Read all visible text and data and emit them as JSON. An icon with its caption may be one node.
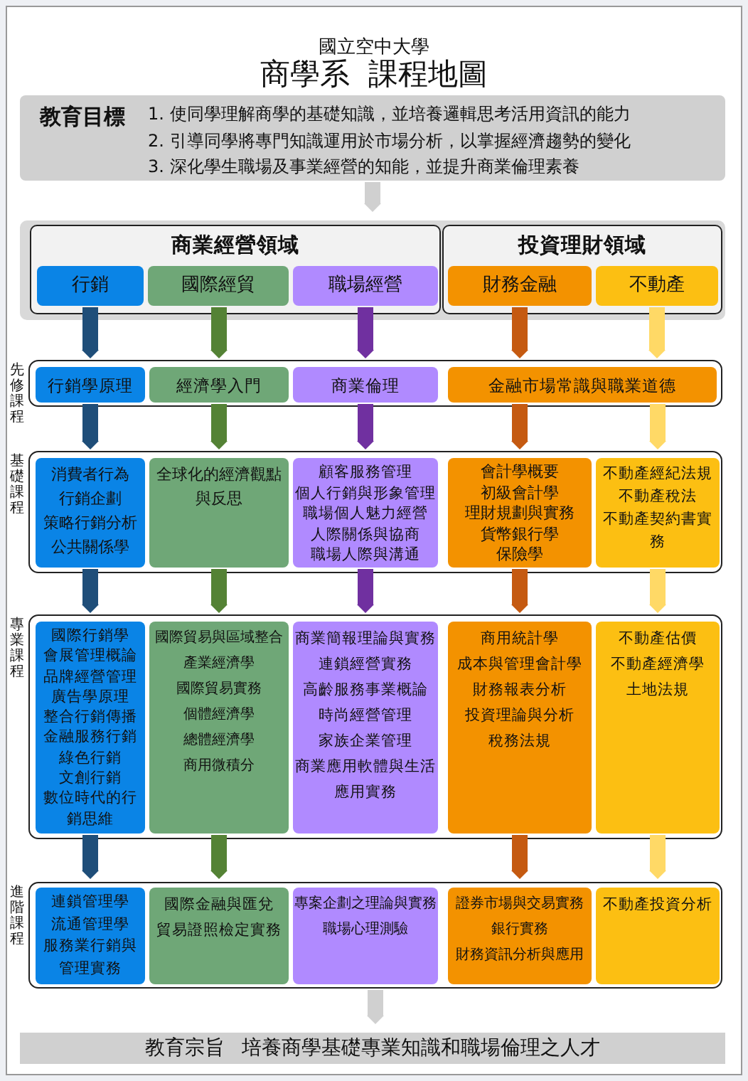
{
  "diagram": {
    "title": "商學系  課程地圖",
    "nodes": [
      {
        "text": [
          "教育目標",
          "1. 使同學理解商學的基礎知識，並培養邏輯思考活用資訊的能力",
          "2. 引導同學將專門知識運用於市場分析，以掌握經濟趨勢的變化",
          "3. 深化學生職場及事業經營的知能，並提升商業倫理素養"
        ]
      },
      {
        "text": [],
        "shape": "box"
      },
      {
        "text": [
          "商業經營領域"
        ],
        "in": 1
      },
      {
        "text": [
          "投資理財領域"
        ],
        "in": 1
      },
      {
        "text": [
          "行銷"
        ],
        "in": 2
      },
      {
        "text": [
          "國際經貿"
        ],
        "in": 2
      },
      {
        "text": [
          "職場經營"
        ],
        "in": 2
      },
      {
        "text": [
          "財務金融"
        ],
        "in": 3
      },
      {
        "text": [
          "不動產"
        ],
        "in": 3
      },
      {
        "text": [
          "先修課程"
        ]
      },
      {
        "text": [
          "行銷學原理"
        ],
        "in": 9
      },
      {
        "text": [
          "經濟學入門"
        ],
        "in": 9
      },
      {
        "text": [
          "商業倫理"
        ],
        "in": 9
      },
      {
        "text": [
          "金融市場常識與職業道德"
        ],
        "in": 9
      },
      {
        "text": [
          "基礎課程"
        ]
      },
      {
        "text": [
          "消費者行為",
          "行銷企劃",
          "策略行銷分析",
          "公共關係學"
        ],
        "in": 14
      },
      {
        "text": [
          "全球化的經濟觀點與反思"
        ],
        "in": 14
      },
      {
        "text": [
          "顧客服務管理",
          "個人行銷與形象管理",
          "職場個人魅力經營",
          "人際關係與協商",
          "職場人際與溝通"
        ],
        "in": 14
      },
      {
        "text": [
          "會計學概要",
          "初級會計學",
          "理財規劃與實務",
          "貨幣銀行學",
          "保險學"
        ],
        "in": 14
      },
      {
        "text": [
          "不動產經紀法規",
          "不動產稅法",
          "不動產契約書實務"
        ],
        "in": 14
      },
      {
        "text": [
          "專業課程"
        ]
      },
      {
        "text": [
          "國際行銷學",
          "會展管理概論",
          "品牌經營管理",
          "廣告學原理",
          "整合行銷傳播",
          "金融服務行銷",
          "綠色行銷",
          "文創行銷",
          "數位時代的行銷思維"
        ],
        "in": 20
      },
      {
        "text": [
          "國際貿易與區域整合",
          "產業經濟學",
          "國際貿易實務",
          "個體經濟學",
          "總體經濟學",
          "商用微積分"
        ],
        "in": 20
      },
      {
        "text": [
          "商業簡報理論與實務",
          "連鎖經營實務",
          "高齡服務事業概論",
          "時尚經營管理",
          "家族企業管理",
          "商業應用軟體與生活應用實務"
        ],
        "in": 20
      },
      {
        "text": [
          "商用統計學",
          "成本與管理會計學",
          "財務報表分析",
          "投資理論與分析",
          "稅務法規"
        ],
        "in": 20
      },
      {
        "text": [
          "不動產估價",
          "不動產經濟學",
          "土地法規"
        ],
        "in": 20
      },
      {
        "text": [
          "進階課程"
        ]
      },
      {
        "text": [
          "連鎖管理學",
          "流通管理學",
          "服務業行銷與管理實務"
        ],
        "in": 26
      },
      {
        "text": [
          "國際金融與匯兌",
          "貿易證照檢定實務"
        ],
        "in": 26
      },
      {
        "text": [
          "專案企劃之理論與實務",
          "職場心理測驗"
        ],
        "in": 26
      },
      {
        "text": [
          "證券市場與交易實務",
          "銀行實務",
          "財務資訊分析與應用"
        ],
        "in": 26
      },
      {
        "text": [
          "不動產投資分析"
        ],
        "in": 26
      },
      {
        "text": [
          "教育宗旨",
          "培養商學基礎專業知識和職場倫理之人才"
        ]
      }
    ],
    "edges": [
      {
        "from": 0,
        "to": 1,
        "arrow": "to",
        "color": "#d0d0d0"
      },
      {
        "from": 4,
        "to": 10,
        "arrow": "to",
        "color": "#1f4e79"
      },
      {
        "from": 5,
        "to": 11,
        "arrow": "to",
        "color": "#548235"
      },
      {
        "from": 6,
        "to": 12,
        "arrow": "to",
        "color": "#7030a0"
      },
      {
        "from": 7,
        "to": 13,
        "arrow": "to",
        "color": "#c55a11"
      },
      {
        "from": 8,
        "to": 13,
        "arrow": "to",
        "color": "#ffd966"
      },
      {
        "from": 10,
        "to": 15,
        "arrow": "to",
        "color": "#1f4e79"
      },
      {
        "from": 11,
        "to": 16,
        "arrow": "to",
        "color": "#548235"
      },
      {
        "from": 12,
        "to": 17,
        "arrow": "to",
        "color": "#7030a0"
      },
      {
        "from": 13,
        "to": 18,
        "arrow": "to",
        "color": "#c55a11"
      },
      {
        "from": 13,
        "to": 19,
        "arrow": "to",
        "color": "#ffd966"
      },
      {
        "from": 15,
        "to": 21,
        "arrow": "to",
        "color": "#1f4e79"
      },
      {
        "from": 16,
        "to": 22,
        "arrow": "to",
        "color": "#548235"
      },
      {
        "from": 17,
        "to": 23,
        "arrow": "to",
        "color": "#7030a0"
      },
      {
        "from": 18,
        "to": 24,
        "arrow": "to",
        "color": "#c55a11"
      },
      {
        "from": 19,
        "to": 25,
        "arrow": "to",
        "color": "#ffd966"
      },
      {
        "from": 21,
        "to": 27,
        "arrow": "to",
        "color": "#1f4e79"
      },
      {
        "from": 22,
        "to": 28,
        "arrow": "to",
        "color": "#548235"
      },
      {
        "from": 24,
        "to": 30,
        "arrow": "to",
        "color": "#c55a11"
      },
      {
        "from": 25,
        "to": 31,
        "arrow": "to",
        "color": "#ffd966"
      },
      {
        "from": 26,
        "to": 32,
        "arrow": "to",
        "color": "#d0d0d0"
      }
    ],
    "labels": [
      "國立空中大學"
    ]
  }
}
